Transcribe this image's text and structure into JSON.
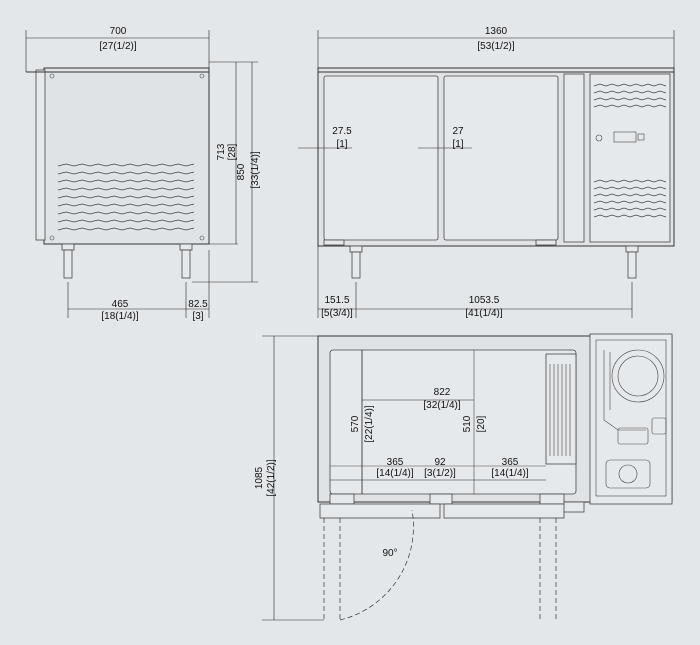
{
  "side_view": {
    "width_mm": "700",
    "width_in": "[27(1/2)]",
    "height_mm": "850",
    "height_in": "[33(1/4)]",
    "cabinet_mm": "713",
    "cabinet_in": "[28]",
    "leg_span_mm": "465",
    "leg_span_in": "[18(1/4)]",
    "leg_offset_mm": "82.5",
    "leg_offset_in": "[3]"
  },
  "front_view": {
    "width_mm": "1360",
    "width_in": "[53(1/2)]",
    "inset_left_mm": "27.5",
    "inset_left_in": "[1]",
    "inset_right_mm": "27",
    "inset_right_in": "[1]",
    "leg_left_mm": "151.5",
    "leg_left_in": "[5(3/4)]",
    "leg_span_mm": "1053.5",
    "leg_span_in": "[41(1/4)]"
  },
  "top_view": {
    "depth_mm": "1085",
    "depth_in": "[42(1/2)]",
    "inner_width_mm": "822",
    "inner_width_in": "[32(1/4)]",
    "inner_depth_mm": "570",
    "inner_depth_in": "[22(1/4)]",
    "shelf_depth_mm": "510",
    "shelf_depth_in": "[20]",
    "left_section_mm": "365",
    "left_section_in": "[14(1/4)]",
    "mid_section_mm": "92",
    "mid_section_in": "[3(1/2)]",
    "right_section_mm": "365",
    "right_section_in": "[14(1/4)]",
    "door_angle": "90°"
  }
}
